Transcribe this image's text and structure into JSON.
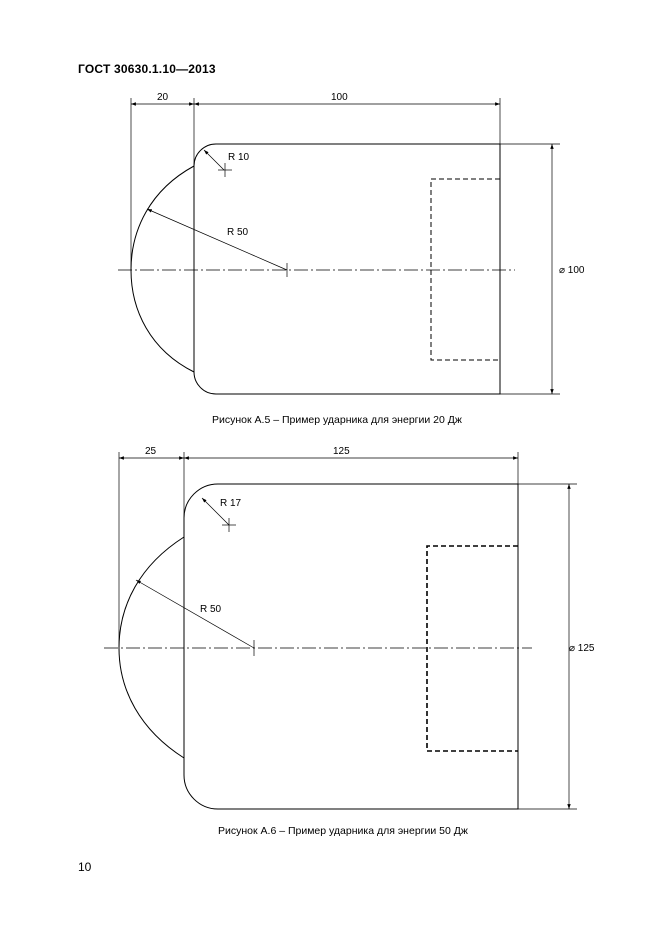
{
  "document": {
    "standard_header": "ГОСТ 30630.1.10—2013",
    "page_number": "10"
  },
  "figure_a5": {
    "caption": "Рисунок А.5 – Пример ударника для энергии 20 Дж",
    "dim_nose_length": "20",
    "dim_body_length": "100",
    "radius_small": "R 10",
    "radius_large": "R 50",
    "diameter": "⌀ 100"
  },
  "figure_a6": {
    "caption": "Рисунок А.6 – Пример ударника для энергии 50 Дж",
    "dim_nose_length": "25",
    "dim_body_length": "125",
    "radius_small": "R 17",
    "radius_large": "R 50",
    "diameter": "⌀ 125"
  }
}
